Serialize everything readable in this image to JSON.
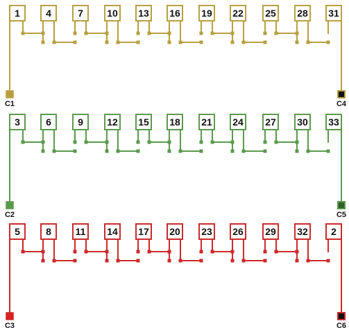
{
  "diagram": {
    "circuits": [
      {
        "color": "#b8a040",
        "boxes": [
          "1",
          "4",
          "7",
          "10",
          "13",
          "16",
          "19",
          "22",
          "25",
          "28",
          "31"
        ],
        "left_terminal": {
          "label": "C1",
          "fill": "#b8a040"
        },
        "right_terminal": {
          "label": "C4",
          "fill": "#111111"
        }
      },
      {
        "color": "#5a9a4c",
        "boxes": [
          "3",
          "6",
          "9",
          "12",
          "15",
          "18",
          "21",
          "24",
          "27",
          "30",
          "33"
        ],
        "left_terminal": {
          "label": "C2",
          "fill": "#5a9a4c"
        },
        "right_terminal": {
          "label": "C5",
          "fill": "#2f5f2a"
        }
      },
      {
        "color": "#cc2a2a",
        "boxes": [
          "5",
          "8",
          "11",
          "14",
          "17",
          "20",
          "23",
          "26",
          "29",
          "32",
          "2"
        ],
        "left_terminal": {
          "label": "C3",
          "fill": "#dd2020"
        },
        "right_terminal": {
          "label": "C6",
          "fill": "#111111"
        }
      }
    ]
  }
}
